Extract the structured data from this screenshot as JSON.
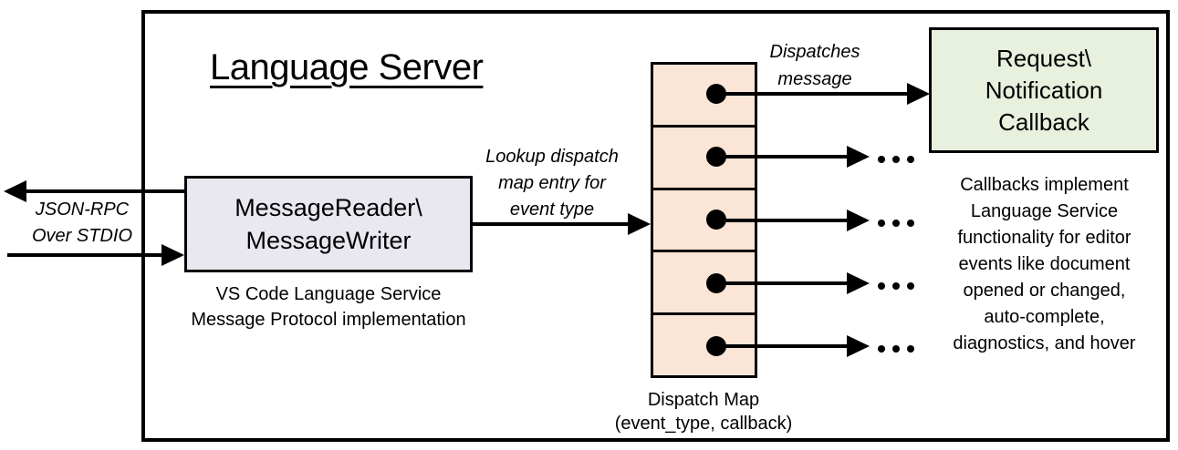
{
  "diagram": {
    "title": "Language Server",
    "io_label": {
      "line1": "JSON-RPC",
      "line2": "Over STDIO"
    },
    "message_box": {
      "line1": "MessageReader\\",
      "line2": "MessageWriter"
    },
    "message_box_caption": {
      "line1": "VS Code Language Service",
      "line2": "Message Protocol implementation"
    },
    "lookup_label": {
      "line1": "Lookup dispatch",
      "line2": "map entry for",
      "line3": "event type"
    },
    "dispatches_label": {
      "line1": "Dispatches",
      "line2": "message"
    },
    "callback_box": {
      "line1": "Request\\",
      "line2": "Notification",
      "line3": "Callback"
    },
    "callbacks_note": {
      "line1": "Callbacks implement",
      "line2": "Language Service",
      "line3": "functionality for editor",
      "line4": "events like document",
      "line5": "opened or changed,",
      "line6": "auto-complete,",
      "line7": "diagnostics, and hover"
    },
    "dispatch_map": {
      "cell_count": 5,
      "caption_line1": "Dispatch Map",
      "caption_line2": "(event_type, callback)"
    },
    "colors": {
      "peach": "#FBE5D6",
      "lavender": "#E9E7EF",
      "green": "#E8F0DE",
      "line": "#000000"
    }
  }
}
